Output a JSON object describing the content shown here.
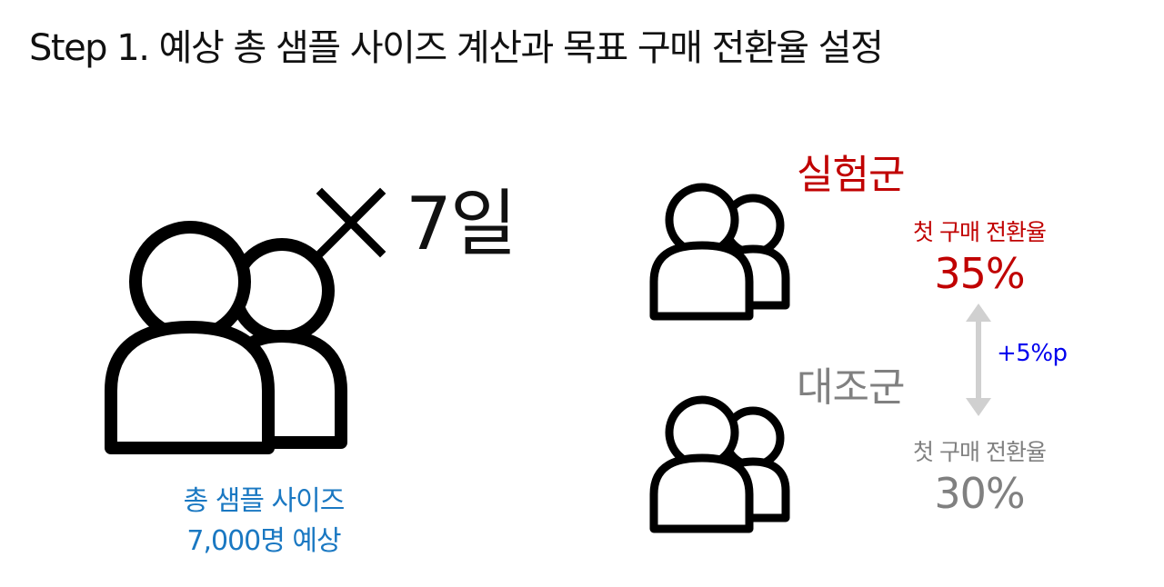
{
  "title": "Step 1. 예상 총 샘플 사이즈 계산과 목표 구매 전환율 설정",
  "duration": {
    "multiplier_icon": "times-icon",
    "label": "7일"
  },
  "total_sample": {
    "icon": "user-group-icon",
    "line1": "총 샘플 사이즈",
    "line2": "7,000명 예상",
    "color": "#1a78c2"
  },
  "experiment_group": {
    "icon": "user-group-icon",
    "name": "실험군",
    "rate_label": "첫 구매 전환율",
    "rate_value": "35%",
    "color": "#c00000"
  },
  "control_group": {
    "icon": "user-group-icon",
    "name": "대조군",
    "rate_label": "첫 구매 전환율",
    "rate_value": "30%",
    "color": "#808080"
  },
  "difference": {
    "icon": "double-arrow-vertical-icon",
    "label": "+5%p",
    "color": "#0000ee"
  }
}
